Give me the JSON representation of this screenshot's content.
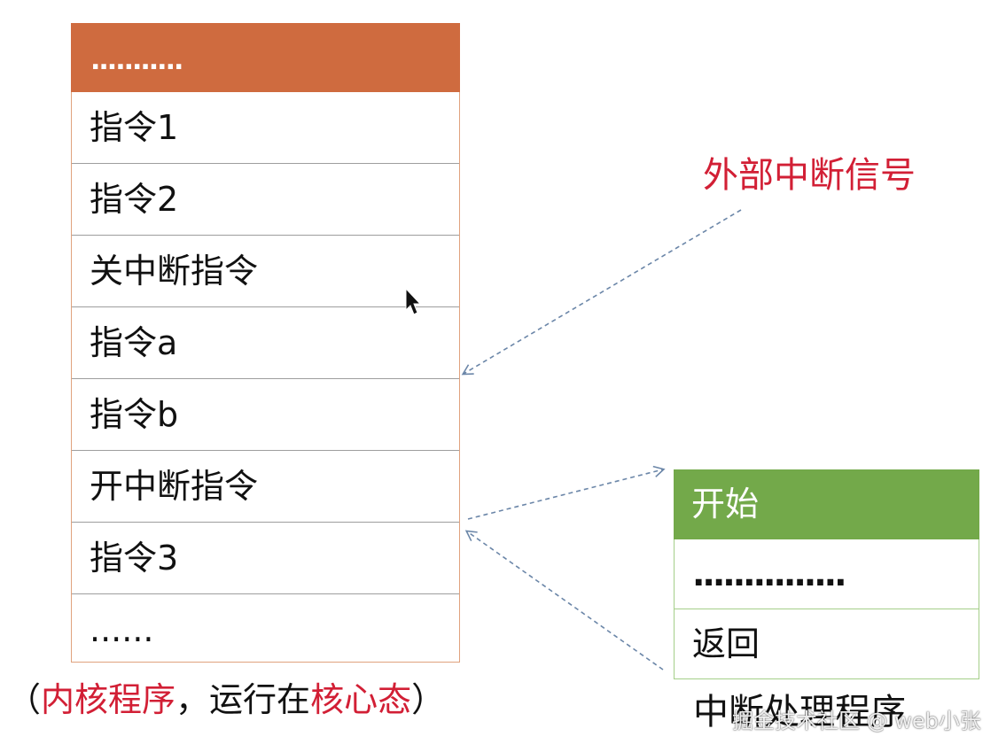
{
  "kernel_program": {
    "header": "...........",
    "rows": [
      "指令1",
      "指令2",
      "关中断指令",
      "指令a",
      "指令b",
      "开中断指令",
      "指令3",
      "......"
    ],
    "caption": {
      "open_paren": "（",
      "part1": "内核程序",
      "comma": "，",
      "part2": "运行在",
      "part3": "核心态",
      "close_paren": "）"
    }
  },
  "external_interrupt_label": "外部中断信号",
  "interrupt_handler": {
    "header": "开始",
    "rows": [
      "...............",
      "返回"
    ],
    "caption": "中断处理程序"
  },
  "watermark": "掘金技术社区 @ web小张",
  "colors": {
    "kernel_header": "#cf6b3f",
    "handler_header": "#73a94a",
    "highlight_text": "#d21f35",
    "arrow": "#6b86a8"
  }
}
